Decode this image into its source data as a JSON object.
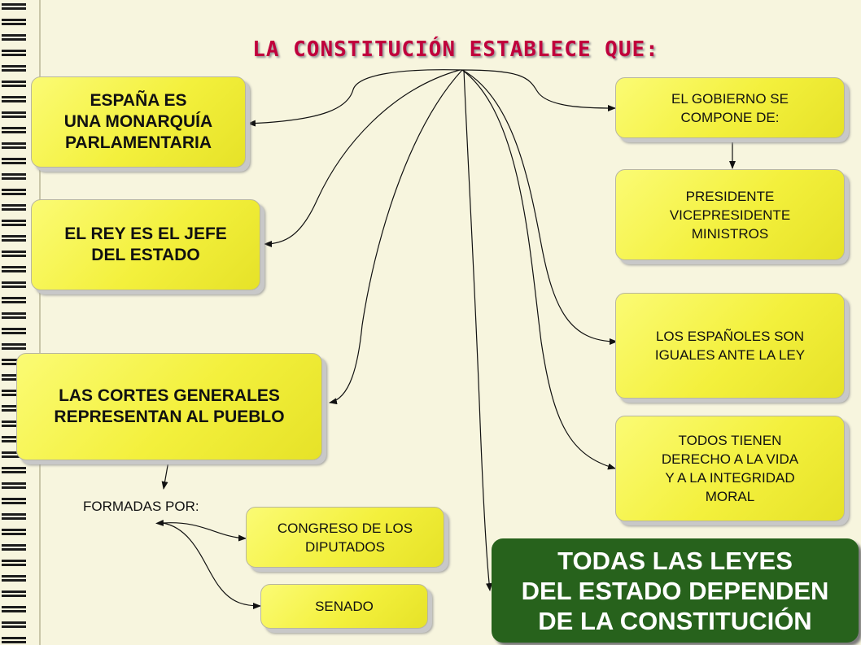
{
  "title": "LA CONSTITUCIÓN ESTABLECE QUE:",
  "boxes": {
    "monarquia": "ESPAÑA ES\nUNA MONARQUÍA\nPARLAMENTARIA",
    "rey": "EL REY ES EL JEFE\nDEL ESTADO",
    "cortes": "LAS CORTES GENERALES\nREPRESENTAN AL PUEBLO",
    "gobierno": "EL GOBIERNO SE\nCOMPONE DE:",
    "presidente": "PRESIDENTE\nVICEPRESIDENTE\nMINISTROS",
    "espanoles": "LOS ESPAÑOLES SON\nIGUALES ANTE LA LEY",
    "derecho": "TODOS TIENEN\nDERECHO A LA VIDA\nY A LA INTEGRIDAD\nMORAL",
    "congreso": "CONGRESO DE LOS\nDIPUTADOS",
    "senado": "SENADO",
    "leyes": "TODAS LAS LEYES\nDEL ESTADO DEPENDEN\nDE LA CONSTITUCIÓN"
  },
  "formadas_label": "FORMADAS POR:",
  "colors": {
    "title": "#c0003c",
    "box_fill": "#f3f03c",
    "highlight_fill": "#27621c",
    "background": "#f7f5de"
  }
}
